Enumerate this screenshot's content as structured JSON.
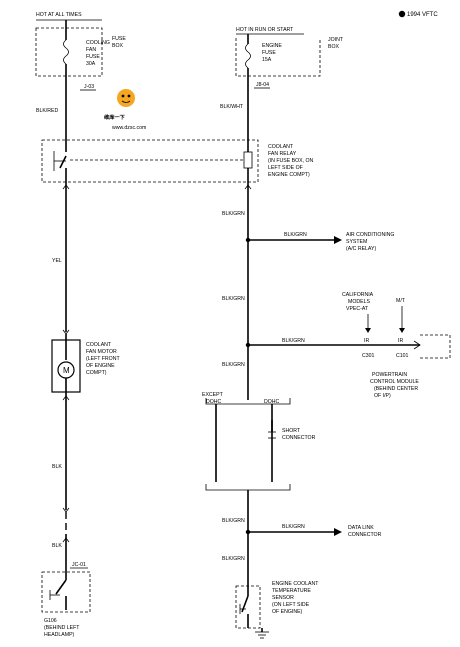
{
  "header": {
    "year_model": "1994 VFTC"
  },
  "watermark": {
    "brand": "维库一下",
    "url": "www.dzsc.com"
  },
  "hot_at_all_times": "HOT AT ALL TIMES",
  "fuse_box": {
    "line1": "FUSE",
    "line2": "BOX"
  },
  "cooling_fan_fuse": {
    "l1": "COOLING",
    "l2": "FAN",
    "l3": "FUSE",
    "l4": "30A"
  },
  "hot_in_run_or_start": "HOT IN RUN OR START",
  "joint_box": {
    "line1": "JOINT",
    "line2": "BOX"
  },
  "engine_fuse": {
    "l1": "ENGINE",
    "l2": "FUSE",
    "l3": "15A"
  },
  "connectors": {
    "left_top": "J-03",
    "right_top": "J8-04",
    "ground_conn": "JC-01",
    "c301": "C301",
    "c101": "C101"
  },
  "wire_colors": {
    "blk_red": "BLK/RED",
    "blk_wht": "BLK/WHT",
    "blk_grn": "BLK/GRN",
    "yel": "YEL",
    "blk": "BLK"
  },
  "coolant_fan_relay": {
    "l1": "COOLANT",
    "l2": "FAN RELAY",
    "l3": "(IN FUSE BOX, ON",
    "l4": "LEFT SIDE OF",
    "l5": "ENGINE COMPT)"
  },
  "ac_system": {
    "l1": "AIR CONDITIONING",
    "l2": "SYSTEM",
    "l3": "(A/C RELAY)"
  },
  "california": {
    "l1": "CALIFORNIA",
    "l2": "MODELS",
    "l3": "VPEC-AT"
  },
  "mt": "M/T",
  "pin_ir": "IR",
  "pcm": {
    "l1": "POWERTRAIN",
    "l2": "CONTROL MODULE",
    "l3": "(BEHIND CENTER",
    "l4": "OF I/P)"
  },
  "fan_motor": {
    "l1": "COOLANT",
    "l2": "FAN MOTOR",
    "l3": "(LEFT FRONT",
    "l4": "OF ENGINE",
    "l5": "COMPT)",
    "symbol": "M"
  },
  "except_dohc": {
    "l1": "EXCEPT",
    "l2": "DOHC"
  },
  "dohc": "DOHC",
  "short_connector": {
    "l1": "SHORT",
    "l2": "CONNECTOR"
  },
  "data_link": {
    "l1": "DATA LINK",
    "l2": "CONNECTOR"
  },
  "ground": {
    "l1": "G106",
    "l2": "(BEHIND LEFT",
    "l3": "HEADLAMP)"
  },
  "ect_sensor": {
    "l1": "ENGINE COOLANT",
    "l2": "TEMPERATURE",
    "l3": "SENSOR",
    "l4": "(ON LEFT SIDE",
    "l5": "OF ENGINE)"
  }
}
